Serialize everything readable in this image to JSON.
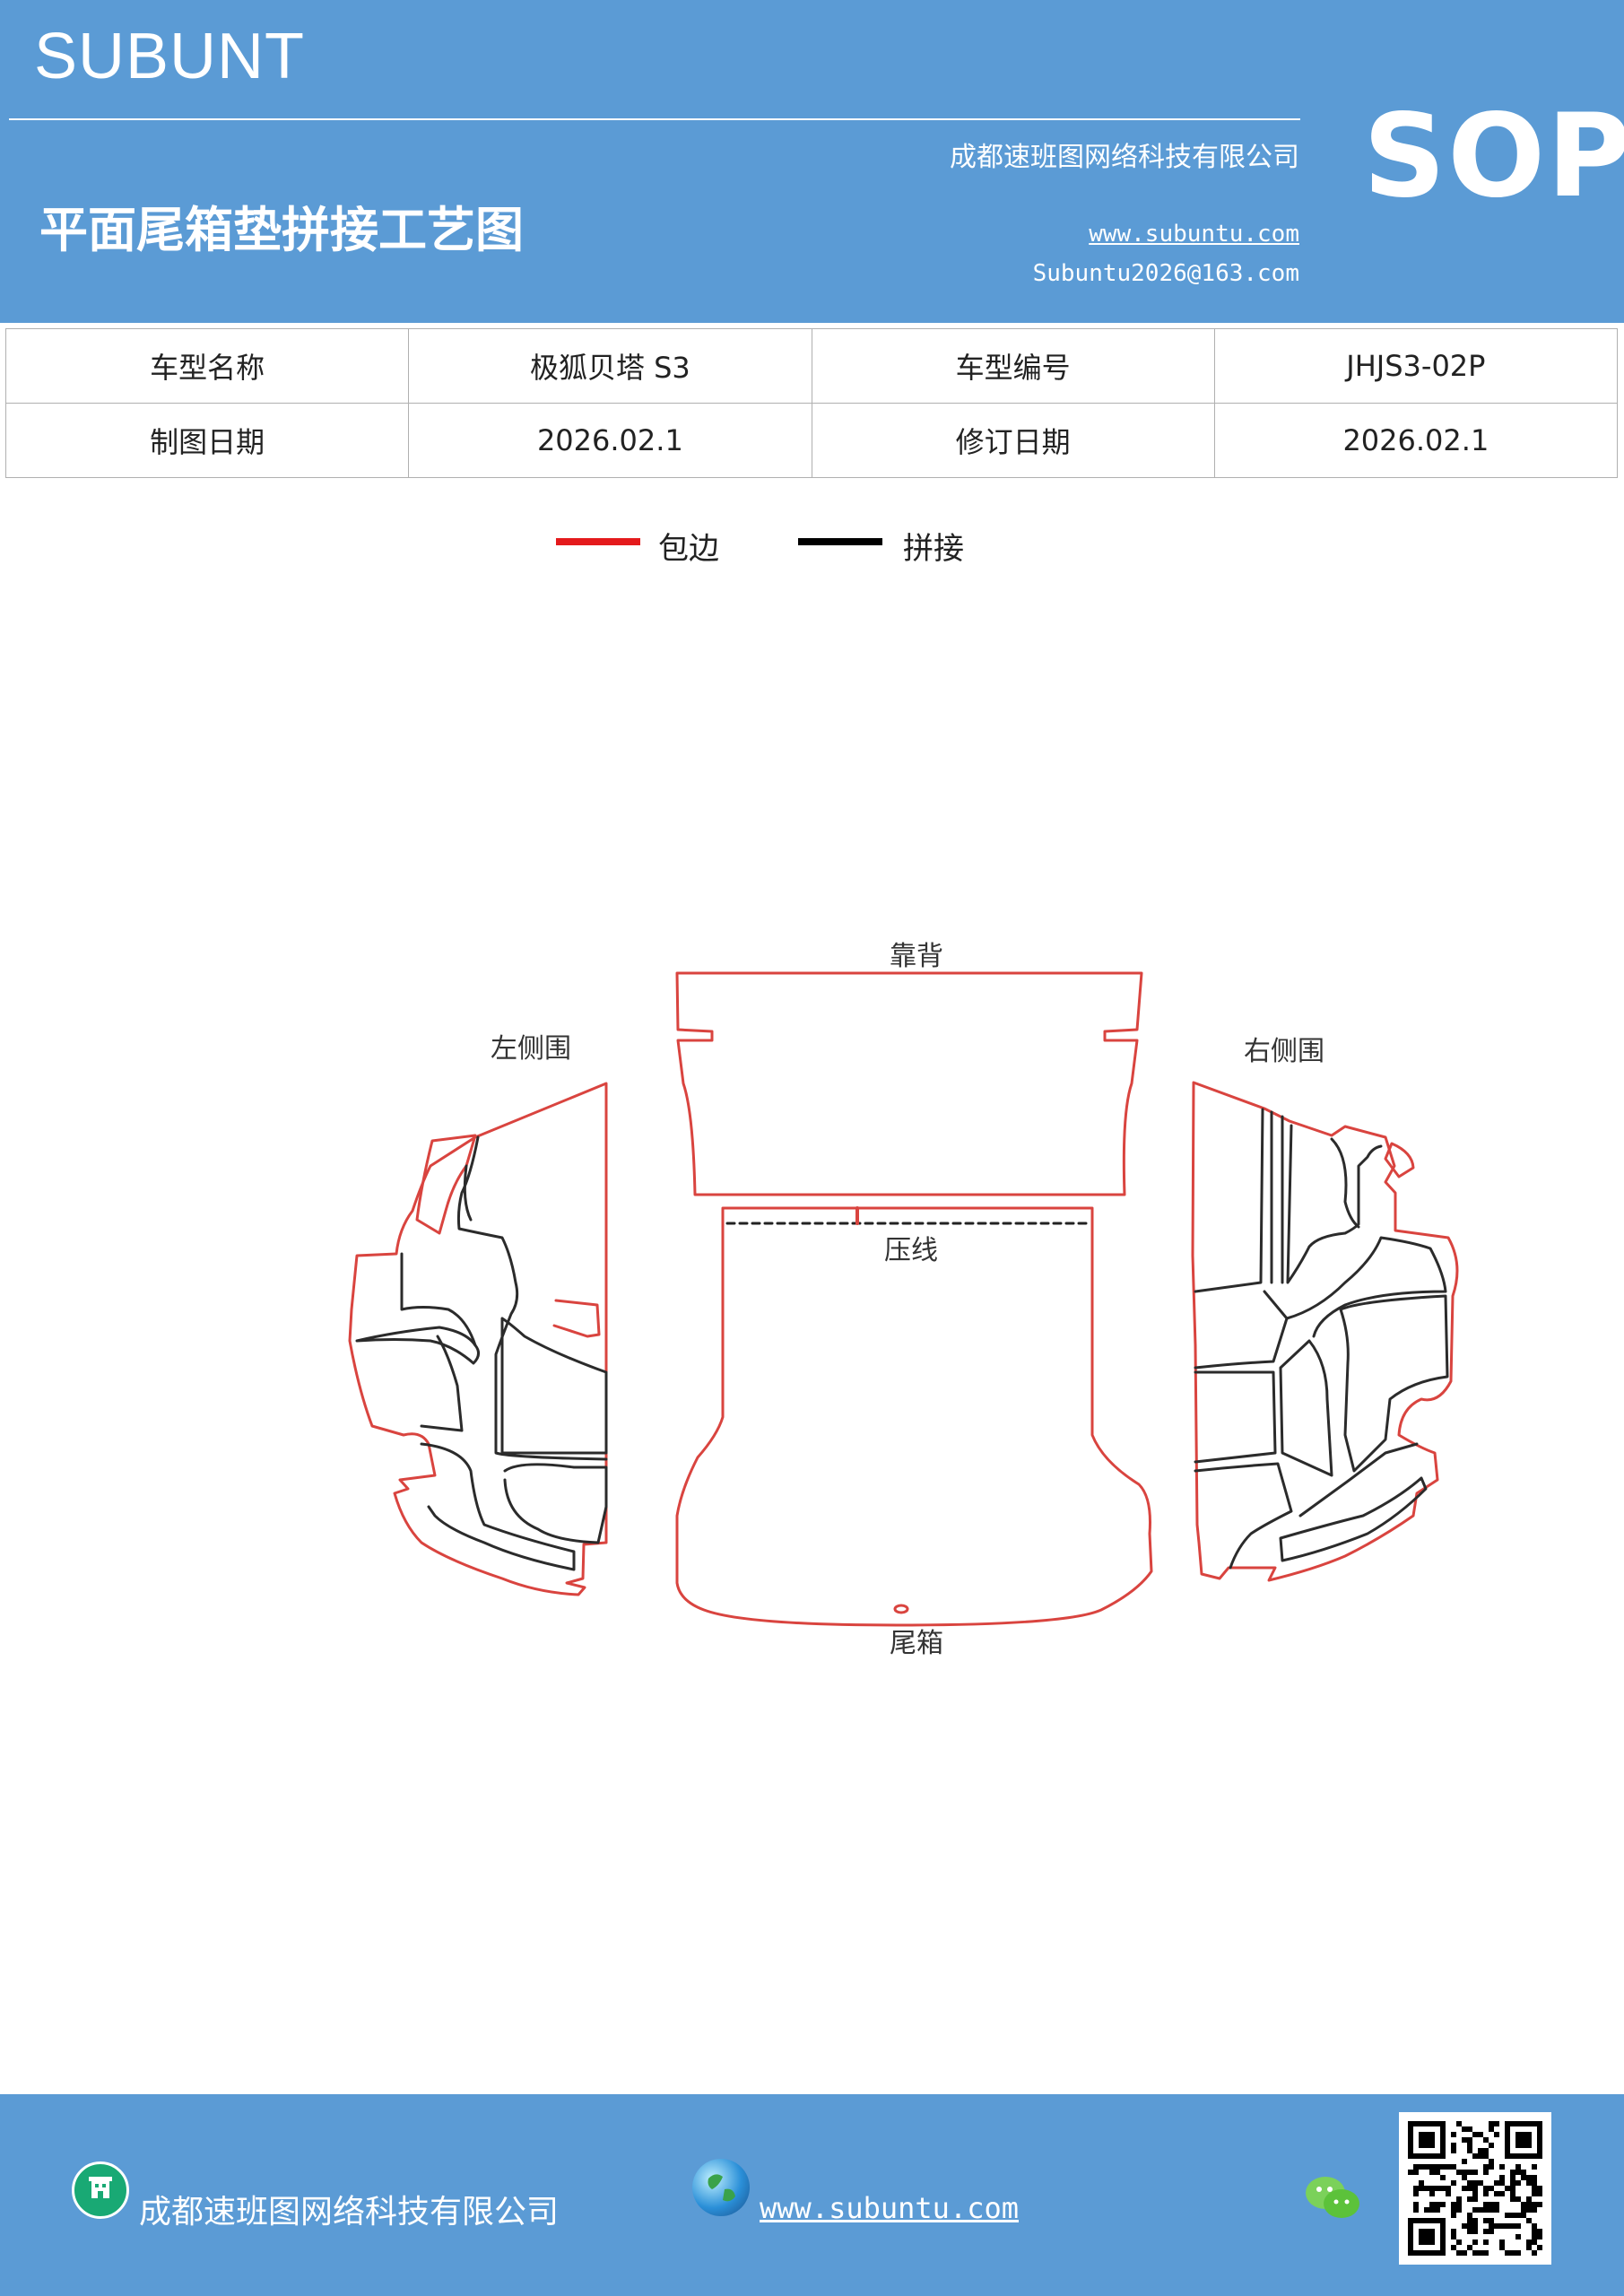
{
  "header": {
    "brand": "SUBUNT",
    "company": "成都速班图网络科技有限公司",
    "title": "平面尾箱垫拼接工艺图",
    "website": "www.subuntu.com",
    "email": "Subuntu2026@163.com",
    "badge": "SOP"
  },
  "info": {
    "row1": [
      "车型名称",
      "极狐贝塔 S3",
      "车型编号",
      "JHJS3-02P"
    ],
    "row2": [
      "制图日期",
      "2026.02.1",
      "修订日期",
      "2026.02.1"
    ]
  },
  "legend": {
    "items": [
      {
        "label": "包边",
        "color": "#e41a1c"
      },
      {
        "label": "拼接",
        "color": "#000000"
      }
    ]
  },
  "diagram": {
    "labels": {
      "backrest": "靠背",
      "left": "左侧围",
      "right": "右侧围",
      "crease": "压线",
      "trunk": "尾箱"
    },
    "edge_color": "#d9443f",
    "seam_color": "#2b2b2b"
  },
  "footer": {
    "company": "成都速班图网络科技有限公司",
    "website": "www.subuntu.com"
  },
  "icons": [
    "building-icon",
    "globe-icon",
    "wechat-icon",
    "qr-code"
  ]
}
